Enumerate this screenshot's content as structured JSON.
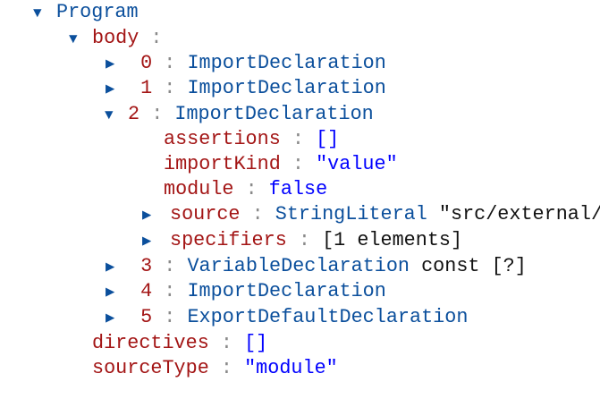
{
  "tree": {
    "root": "Program",
    "body_key": "body",
    "colon": ":",
    "items": [
      {
        "index": "0",
        "type": "ImportDeclaration"
      },
      {
        "index": "1",
        "type": "ImportDeclaration"
      },
      {
        "index": "2",
        "type": "ImportDeclaration"
      },
      {
        "index": "3",
        "type": "VariableDeclaration",
        "extra": "const [?]"
      },
      {
        "index": "4",
        "type": "ImportDeclaration"
      },
      {
        "index": "5",
        "type": "ExportDefaultDeclaration"
      }
    ],
    "expanded": {
      "assertions": {
        "key": "assertions",
        "value": "[]"
      },
      "importKind": {
        "key": "importKind",
        "value": "\"value\""
      },
      "module": {
        "key": "module",
        "value": "false"
      },
      "source": {
        "key": "source",
        "type": "StringLiteral",
        "value": "\"src/external/"
      },
      "specifiers": {
        "key": "specifiers",
        "value": "[1 elements]"
      }
    },
    "directives": {
      "key": "directives",
      "value": "[]"
    },
    "sourceType": {
      "key": "sourceType",
      "value": "\"module\""
    },
    "icons": {
      "expanded": "▼",
      "collapsed": "▶"
    }
  }
}
